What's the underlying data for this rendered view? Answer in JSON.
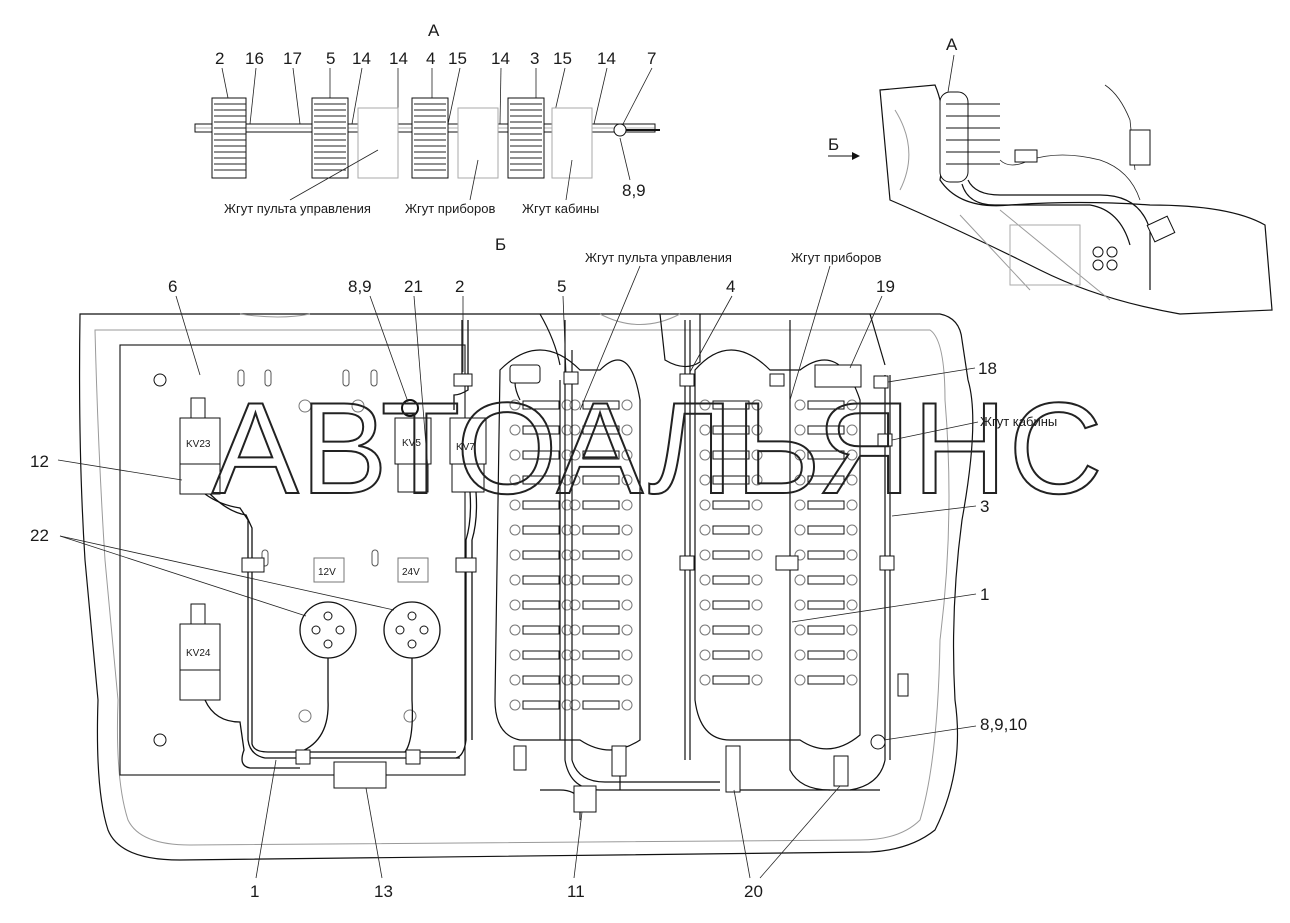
{
  "view_a": {
    "title": "А",
    "top_callouts": [
      "2",
      "16",
      "17",
      "5",
      "14",
      "14",
      "4",
      "15",
      "14",
      "3",
      "15",
      "14",
      "7"
    ],
    "side_callout": "8,9",
    "harness_labels": [
      "Жгут пульта управления",
      "Жгут приборов",
      "Жгут кабины"
    ]
  },
  "overview": {
    "title": "А",
    "arrow_label": "Б"
  },
  "view_b": {
    "title": "Б",
    "top_callouts": {
      "c6": "6",
      "c89": "8,9",
      "c21": "21",
      "c2": "2",
      "c5": "5",
      "harness_panel": "Жгут пульта управления",
      "c4": "4",
      "harness_instr": "Жгут приборов",
      "c19": "19"
    },
    "right_callouts": {
      "c18": "18",
      "harness_cab": "Жгут кабины",
      "c3": "3",
      "c1": "1",
      "c8910": "8,9,10"
    },
    "left_callouts": {
      "c12": "12",
      "c22": "22"
    },
    "bottom_callouts": {
      "c1": "1",
      "c13": "13",
      "c11": "11",
      "c20": "20"
    },
    "component_texts": {
      "kv23": "KV23",
      "kv24": "KV24",
      "kv5": "KV5",
      "kv7": "KV7",
      "v12": "12V",
      "v24": "24V"
    }
  },
  "watermark": "АВТОАЛЬЯНС"
}
